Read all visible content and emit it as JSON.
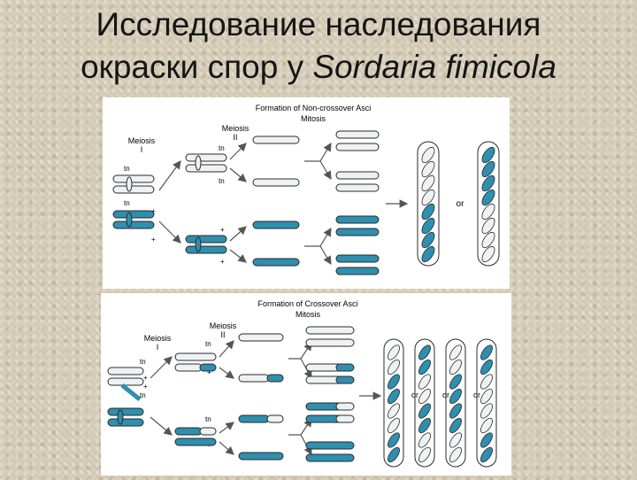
{
  "title": {
    "line1": "Исследование наследования",
    "line2_prefix": "окраски спор у ",
    "line2_species": "Sordaria fimicola"
  },
  "colors": {
    "background": "#d6cdb8",
    "spore_dark": "#2e8fae",
    "spore_light": "#eef2f4",
    "outline": "#2a2a2a",
    "arrow": "#555555"
  },
  "top_panel": {
    "header1": "Formation of Non-crossover Asci",
    "header2": "Mitosis",
    "meiosis1": "Meiosis",
    "meiosis1_num": "I",
    "meiosis2": "Meiosis",
    "meiosis2_num": "II",
    "tn": "tn",
    "plus": "+",
    "or": "or"
  },
  "bottom_panel": {
    "header1": "Formation of Crossover Asci",
    "header2": "Mitosis",
    "meiosis1": "Meiosis",
    "meiosis1_num": "I",
    "meiosis2": "Meiosis",
    "meiosis2_num": "II",
    "tn": "tn",
    "plus": "+",
    "or": "or"
  }
}
